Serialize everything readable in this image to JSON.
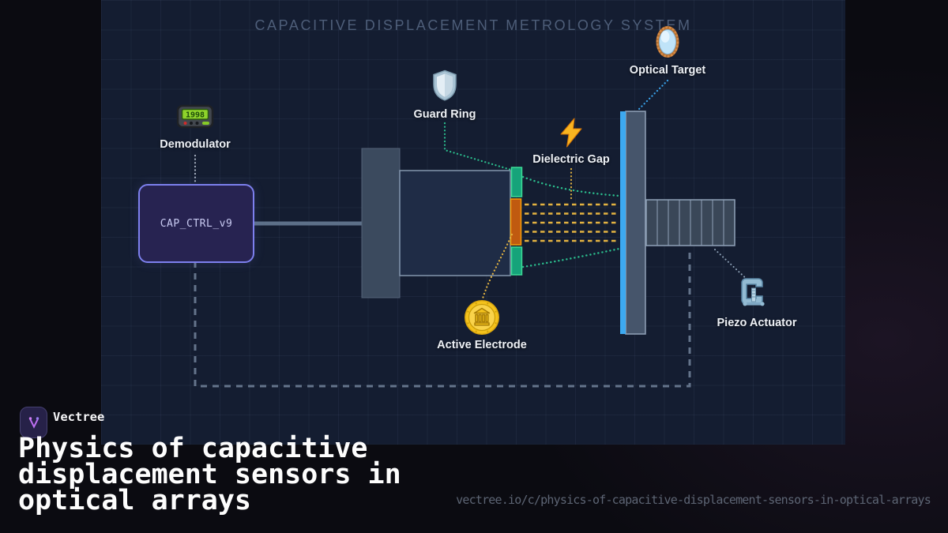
{
  "header": {
    "title": "CAPACITIVE DISPLACEMENT METROLOGY SYSTEM"
  },
  "diagram": {
    "controller": {
      "label": "CAP_CTRL_v9"
    },
    "components": {
      "demodulator": {
        "label": "Demodulator",
        "icon": "pager-icon",
        "display_value": "1998"
      },
      "guard_ring": {
        "label": "Guard Ring",
        "icon": "shield-icon"
      },
      "dielectric_gap": {
        "label": "Dielectric Gap",
        "icon": "lightning-icon"
      },
      "optical_target": {
        "label": "Optical Target",
        "icon": "mirror-icon"
      },
      "active_electrode": {
        "label": "Active Electrode",
        "icon": "coin-icon"
      },
      "piezo_actuator": {
        "label": "Piezo Actuator",
        "icon": "clamp-icon"
      }
    },
    "colors": {
      "guard_electrode": "#16a37a",
      "guard_electrode_border": "#3ddc97",
      "active_electrode": "#c05a10",
      "active_electrode_border": "#f59e0b",
      "field_lines": "#e3b341",
      "guard_lines": "#2bbf8e",
      "target_edge": "#3da9f0",
      "optical_link": "#3aa5ee",
      "feedback_line": "#64748b",
      "structure_fill": "#3b4a5e"
    }
  },
  "footer": {
    "brand": "Vectree",
    "title_lines": [
      "Physics of capacitive",
      "displacement sensors in",
      "optical arrays"
    ],
    "url": "vectree.io/c/physics-of-capacitive-displacement-sensors-in-optical-arrays"
  }
}
